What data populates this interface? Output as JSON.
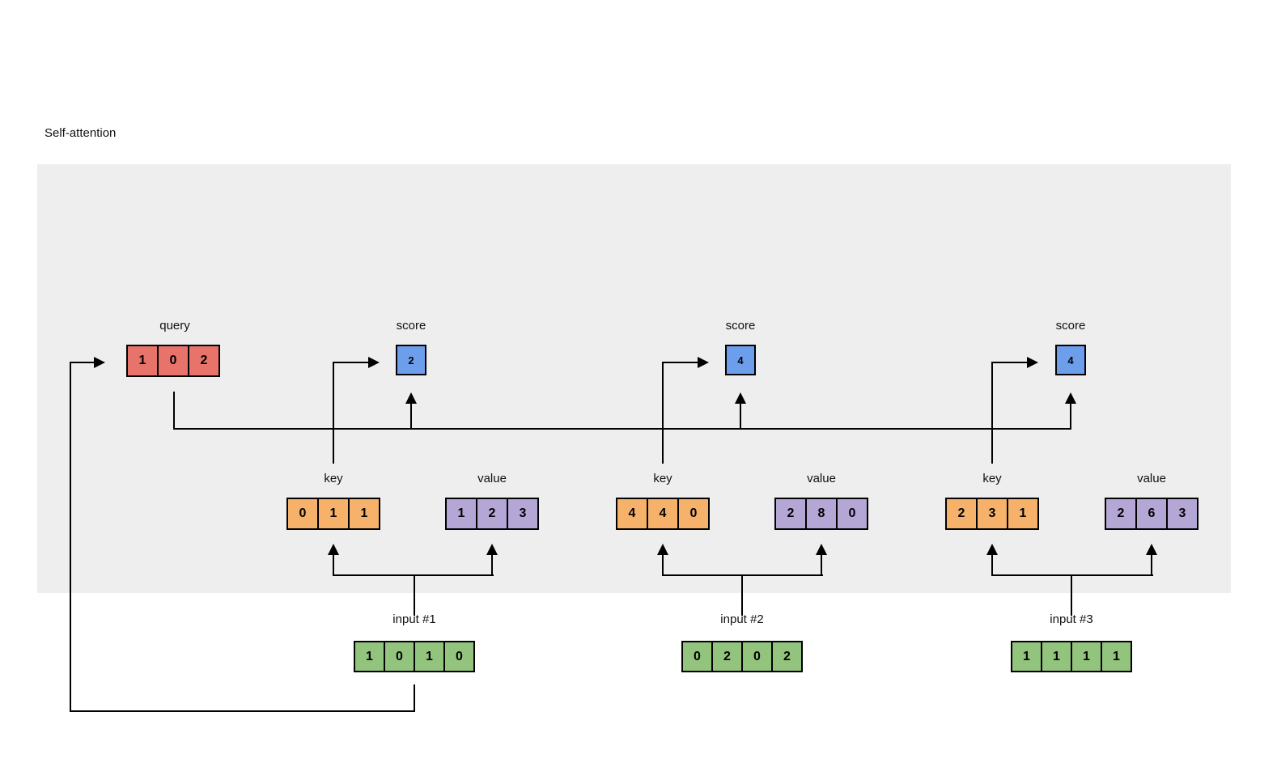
{
  "title": "Self-attention",
  "colors": {
    "panel_background": "#EEEEEE",
    "query_fill": "#E8736B",
    "score_fill": "#6D9EEB",
    "key_fill": "#F6B26B",
    "value_fill": "#B4A7D6",
    "input_fill": "#93C47D",
    "line": "#000000"
  },
  "diagram": {
    "query": {
      "label": "query",
      "cells": [
        "1",
        "0",
        "2"
      ]
    },
    "columns": [
      {
        "score": {
          "label": "score",
          "value": "2"
        },
        "key": {
          "label": "key",
          "cells": [
            "0",
            "1",
            "1"
          ]
        },
        "value": {
          "label": "value",
          "cells": [
            "1",
            "2",
            "3"
          ]
        },
        "input": {
          "label": "input #1",
          "cells": [
            "1",
            "0",
            "1",
            "0"
          ]
        }
      },
      {
        "score": {
          "label": "score",
          "value": "4"
        },
        "key": {
          "label": "key",
          "cells": [
            "4",
            "4",
            "0"
          ]
        },
        "value": {
          "label": "value",
          "cells": [
            "2",
            "8",
            "0"
          ]
        },
        "input": {
          "label": "input #2",
          "cells": [
            "0",
            "2",
            "0",
            "2"
          ]
        }
      },
      {
        "score": {
          "label": "score",
          "value": "4"
        },
        "key": {
          "label": "key",
          "cells": [
            "2",
            "3",
            "1"
          ]
        },
        "value": {
          "label": "value",
          "cells": [
            "2",
            "6",
            "3"
          ]
        },
        "input": {
          "label": "input #3",
          "cells": [
            "1",
            "1",
            "1",
            "1"
          ]
        }
      }
    ]
  }
}
